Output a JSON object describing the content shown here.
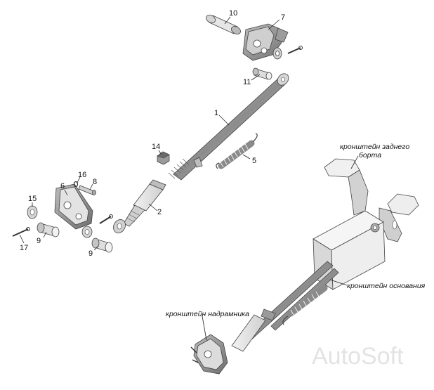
{
  "callouts": {
    "n1": "1",
    "n2": "2",
    "n5": "5",
    "n6": "6",
    "n7": "7",
    "n8": "8",
    "n9a": "9",
    "n9b": "9",
    "n10": "10",
    "n11": "11",
    "n14": "14",
    "n15": "15",
    "n16": "16",
    "n17": "17"
  },
  "labels": {
    "rear_bracket_line1": "кронштейн заднего",
    "rear_bracket_line2": "борта",
    "base_bracket": "кронштейн основания",
    "frame_bracket": "кронштейн надрамника"
  },
  "watermark": "AutoSoft",
  "colors": {
    "metal_light": "#e8e8e8",
    "metal_mid": "#c4c4c4",
    "metal_dark": "#7a7a7a",
    "outline": "#444444"
  }
}
